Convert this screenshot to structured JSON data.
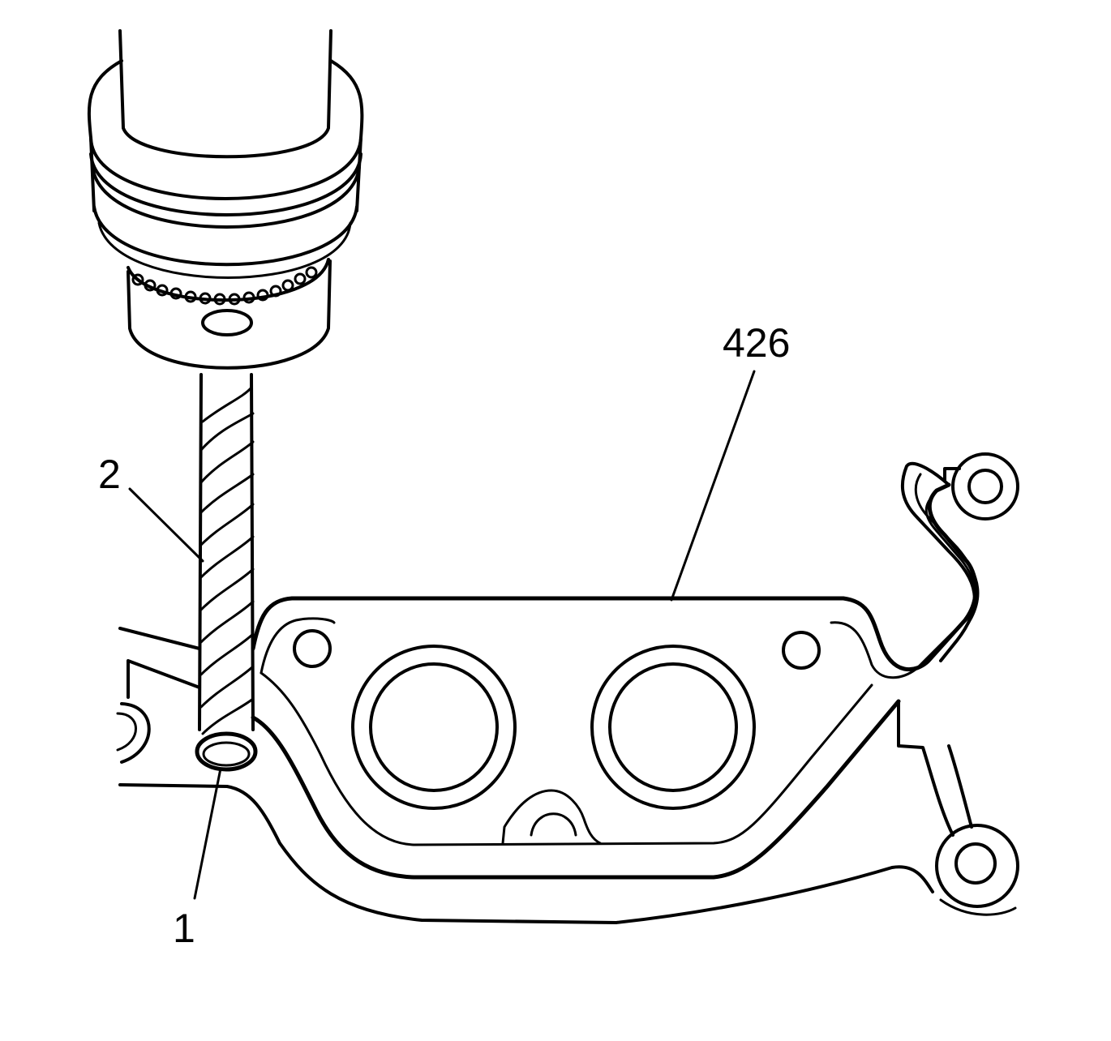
{
  "callouts": {
    "gasket": "426",
    "drill_bit": "2",
    "hole": "1"
  },
  "colors": {
    "line": "#000000",
    "background": "#ffffff"
  }
}
